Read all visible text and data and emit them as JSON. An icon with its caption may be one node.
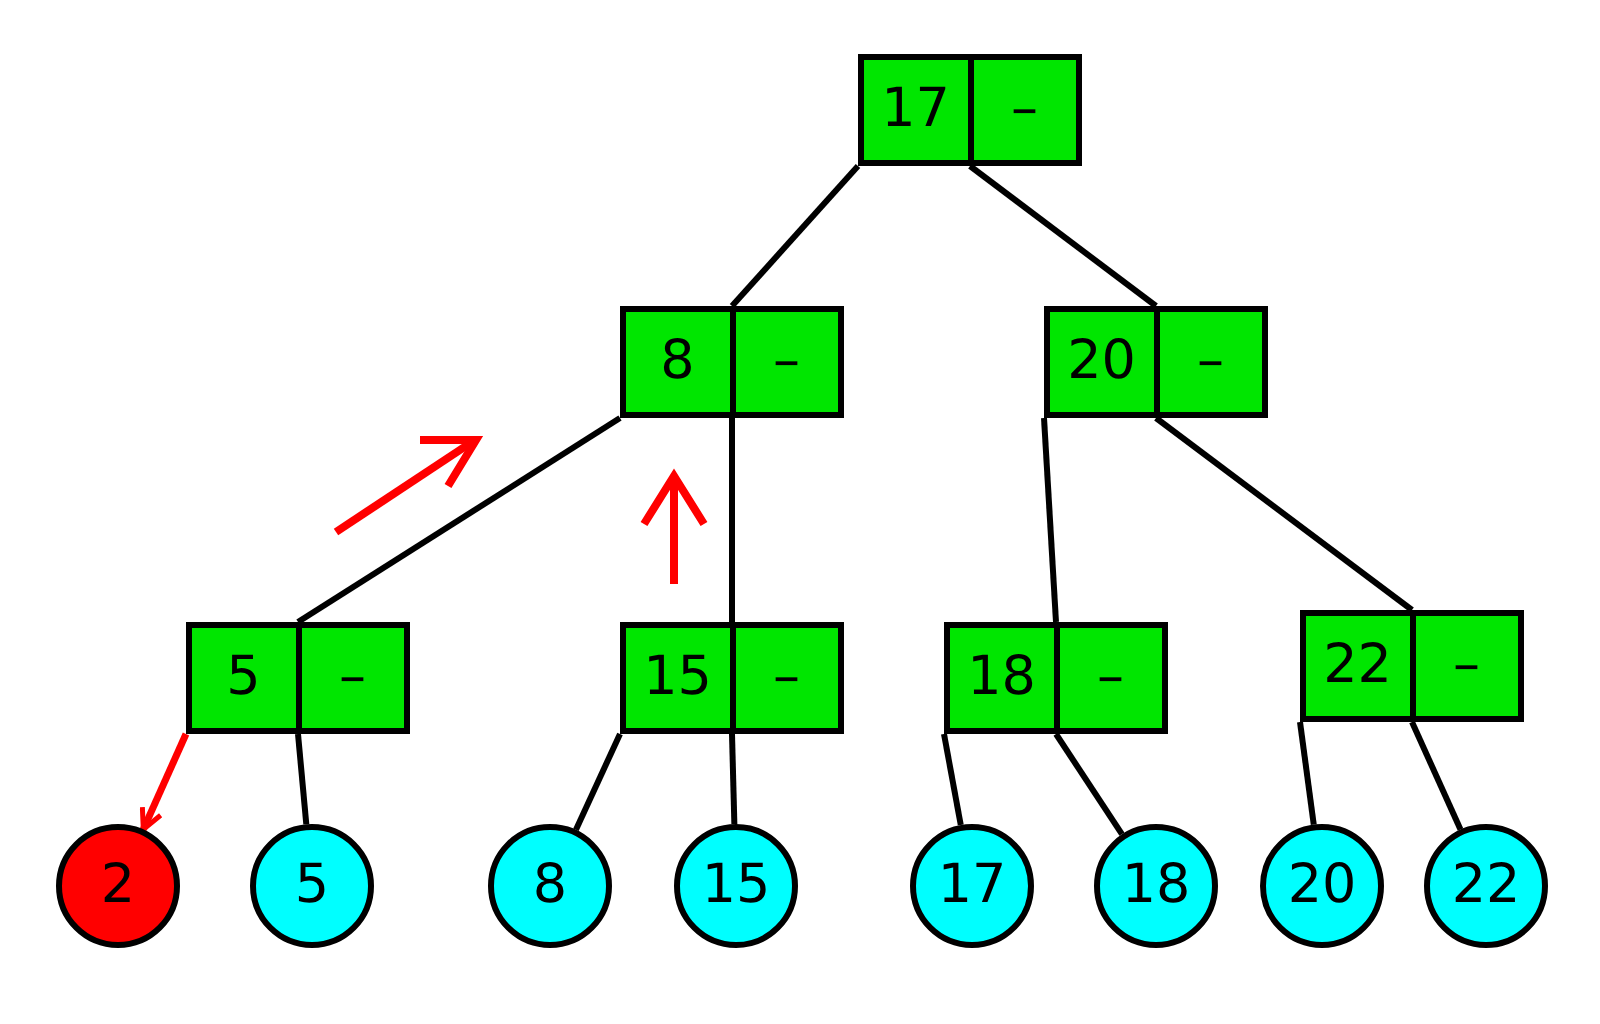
{
  "diagram": {
    "nodes": [
      {
        "text": [
          "17",
          "–"
        ]
      },
      {
        "text": [
          "8",
          "–"
        ]
      },
      {
        "text": [
          "20",
          "–"
        ]
      },
      {
        "text": [
          "5",
          "–"
        ]
      },
      {
        "text": [
          "15",
          "–"
        ]
      },
      {
        "text": [
          "18",
          "–"
        ]
      },
      {
        "text": [
          "22",
          "–"
        ]
      },
      {
        "text": [
          "2"
        ]
      },
      {
        "text": [
          "5"
        ]
      },
      {
        "text": [
          "8"
        ]
      },
      {
        "text": [
          "15"
        ]
      },
      {
        "text": [
          "17"
        ]
      },
      {
        "text": [
          "18"
        ]
      },
      {
        "text": [
          "20"
        ]
      },
      {
        "text": [
          "22"
        ]
      }
    ],
    "edges": [
      {
        "from": 0,
        "to": 1,
        "arrow": "none"
      },
      {
        "from": 0,
        "to": 2,
        "arrow": "none"
      },
      {
        "from": 1,
        "to": 3,
        "arrow": "none"
      },
      {
        "from": 1,
        "to": 4,
        "arrow": "none"
      },
      {
        "from": 2,
        "to": 5,
        "arrow": "none"
      },
      {
        "from": 2,
        "to": 6,
        "arrow": "none"
      },
      {
        "from": 3,
        "to": 7,
        "arrow": "to",
        "color": "#ff0000"
      },
      {
        "from": 3,
        "to": 8,
        "arrow": "none"
      },
      {
        "from": 4,
        "to": 9,
        "arrow": "none"
      },
      {
        "from": 4,
        "to": 10,
        "arrow": "none"
      },
      {
        "from": 5,
        "to": 11,
        "arrow": "none"
      },
      {
        "from": 5,
        "to": 12,
        "arrow": "none"
      },
      {
        "from": 6,
        "to": 13,
        "arrow": "none"
      },
      {
        "from": 6,
        "to": 14,
        "arrow": "none"
      }
    ]
  }
}
